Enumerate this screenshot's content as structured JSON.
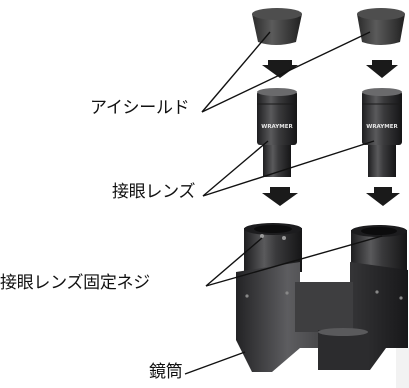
{
  "labels": {
    "eyeshield": "アイシールド",
    "eyepiece": "接眼レンズ",
    "eyepiece_screw": "接眼レンズ固定ネジ",
    "tube": "鏡筒"
  },
  "eyepiece_brand": "WRAYMER",
  "colors": {
    "metal_dark": "#2b2b2d",
    "metal_mid": "#4a4a4c",
    "rubber": "#3a3a3a",
    "arrow": "#1a1a1a",
    "leader_line": "#111111"
  }
}
